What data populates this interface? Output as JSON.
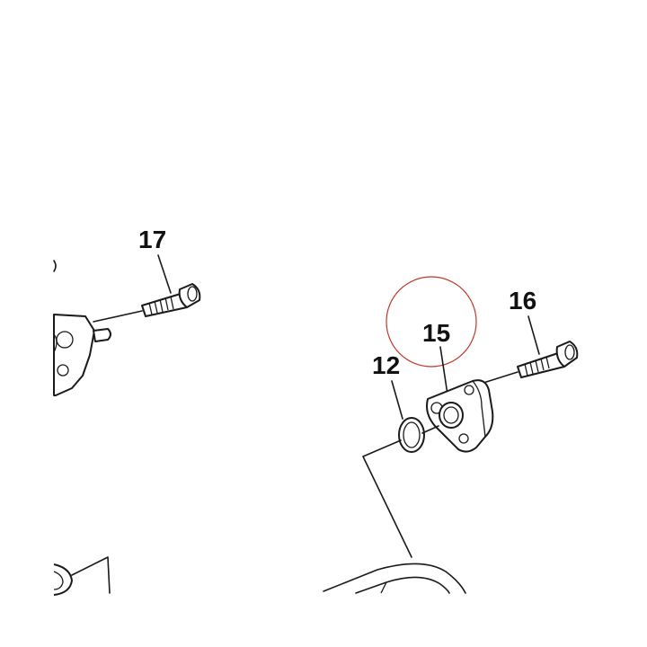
{
  "callouts": {
    "c17": "17",
    "c16": "16",
    "c15": "15",
    "c12": "12"
  },
  "colors": {
    "line": "#1a1a1a",
    "highlight_circle": "#c0392b",
    "background": "#ffffff"
  },
  "highlighted_callout": "15"
}
